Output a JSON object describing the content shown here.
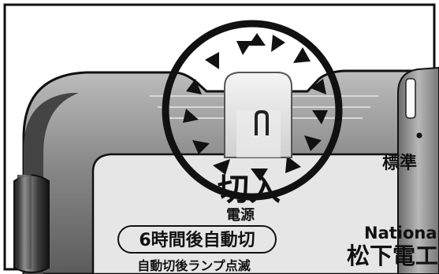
{
  "panel": {
    "switch_label": "切入",
    "power_label": "電源",
    "timer_label": "6時間後自動切",
    "timer_note": "自動切後ランプ点滅",
    "mode_label": "標準",
    "brand_label": "National",
    "maker_label": "松下電工"
  },
  "icons": {
    "burst": "starburst-icon",
    "indicator": "indicator-dot-icon"
  }
}
